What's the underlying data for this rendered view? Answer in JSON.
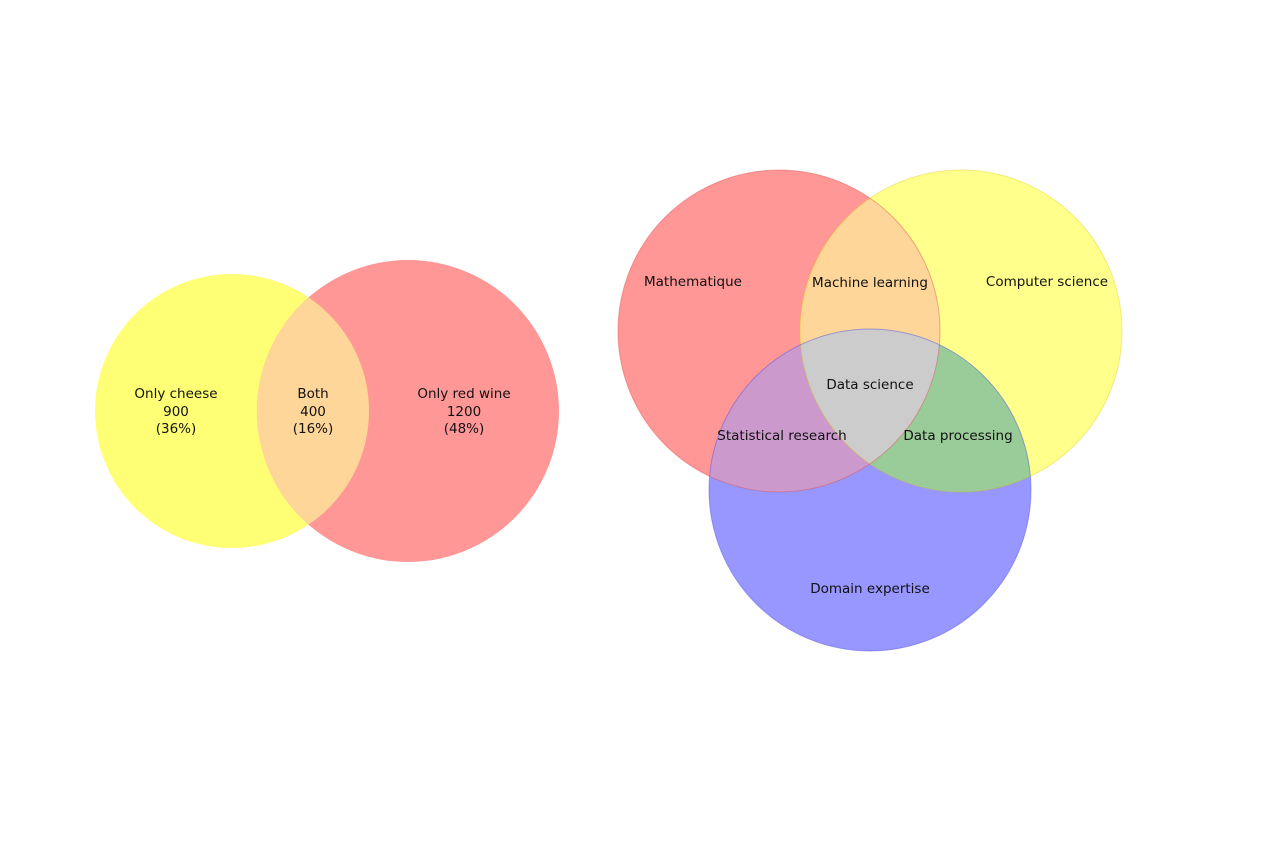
{
  "venn2": {
    "sets": [
      {
        "key": "cheese",
        "color": "#ffff66"
      },
      {
        "key": "red_wine",
        "color": "#ff6666"
      }
    ],
    "regions": {
      "only_cheese": {
        "label": "Only cheese",
        "count": "900",
        "percent": "(36%)"
      },
      "both": {
        "label": "Both",
        "count": "400",
        "percent": "(16%)"
      },
      "only_red_wine": {
        "label": "Only red wine",
        "count": "1200",
        "percent": "(48%)"
      }
    },
    "overlap_color": "#ffd699"
  },
  "venn3": {
    "sets": [
      {
        "key": "mathematique",
        "label": "Mathematique",
        "color": "#ff6666"
      },
      {
        "key": "computer_science",
        "label": "Computer science",
        "color": "#ffff66"
      },
      {
        "key": "domain_expertise",
        "label": "Domain expertise",
        "color": "#6666ff"
      }
    ],
    "intersections": {
      "math_cs": {
        "label": "Machine learning",
        "color": "#ffd699"
      },
      "math_domain": {
        "label": "Statistical research",
        "color": "#cc99cc"
      },
      "cs_domain": {
        "label": "Data processing",
        "color": "#99cc99"
      },
      "all": {
        "label": "Data science",
        "color": "#cccccc"
      }
    }
  }
}
